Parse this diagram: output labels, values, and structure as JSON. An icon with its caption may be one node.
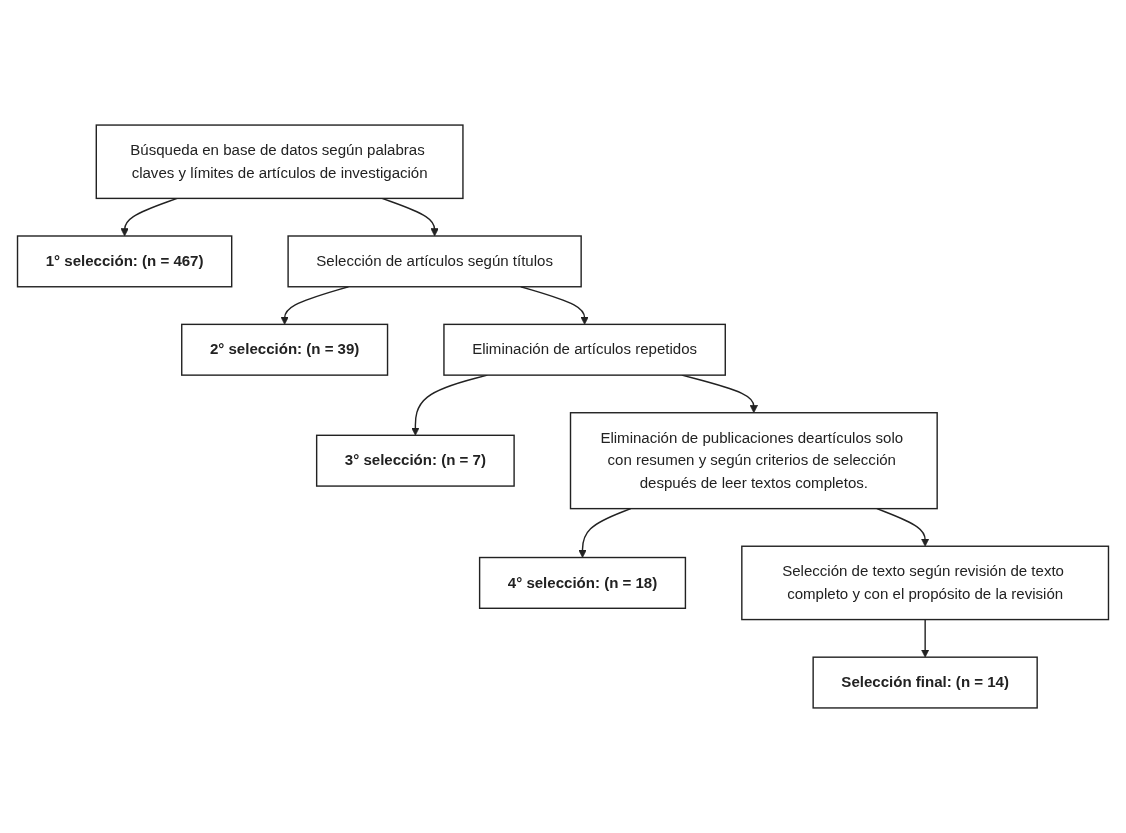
{
  "diagram": {
    "nodes": [
      {
        "text": [
          "Búsqueda en base de datos según palabras claves y límites de artículos de investigación"
        ]
      },
      {
        "text": [
          "1° selección: (n = 467)"
        ]
      },
      {
        "text": [
          "Selección de artículos según títulos"
        ]
      },
      {
        "text": [
          "2° selección: (n = 39)"
        ]
      },
      {
        "text": [
          "Eliminación de artículos repetidos"
        ]
      },
      {
        "text": [
          "3° selección: (n = 7)"
        ]
      },
      {
        "text": [
          "Eliminación de publicaciones deartículos solo con resumen y según criterios de selección después de leer textos completos."
        ]
      },
      {
        "text": [
          "4° selección: (n = 18)"
        ]
      },
      {
        "text": [
          "Selección de texto según revisión de texto completo y con el propósito de la revisión"
        ]
      },
      {
        "text": [
          "Selección final: (n = 14)"
        ]
      }
    ],
    "edges": [
      {
        "from": 0,
        "to": 1,
        "arrow": "to"
      },
      {
        "from": 0,
        "to": 2,
        "arrow": "to"
      },
      {
        "from": 2,
        "to": 3,
        "arrow": "to"
      },
      {
        "from": 2,
        "to": 4,
        "arrow": "to"
      },
      {
        "from": 4,
        "to": 5,
        "arrow": "to"
      },
      {
        "from": 4,
        "to": 6,
        "arrow": "to"
      },
      {
        "from": 6,
        "to": 7,
        "arrow": "to"
      },
      {
        "from": 6,
        "to": 8,
        "arrow": "to"
      },
      {
        "from": 8,
        "to": 9,
        "arrow": "to"
      }
    ]
  }
}
